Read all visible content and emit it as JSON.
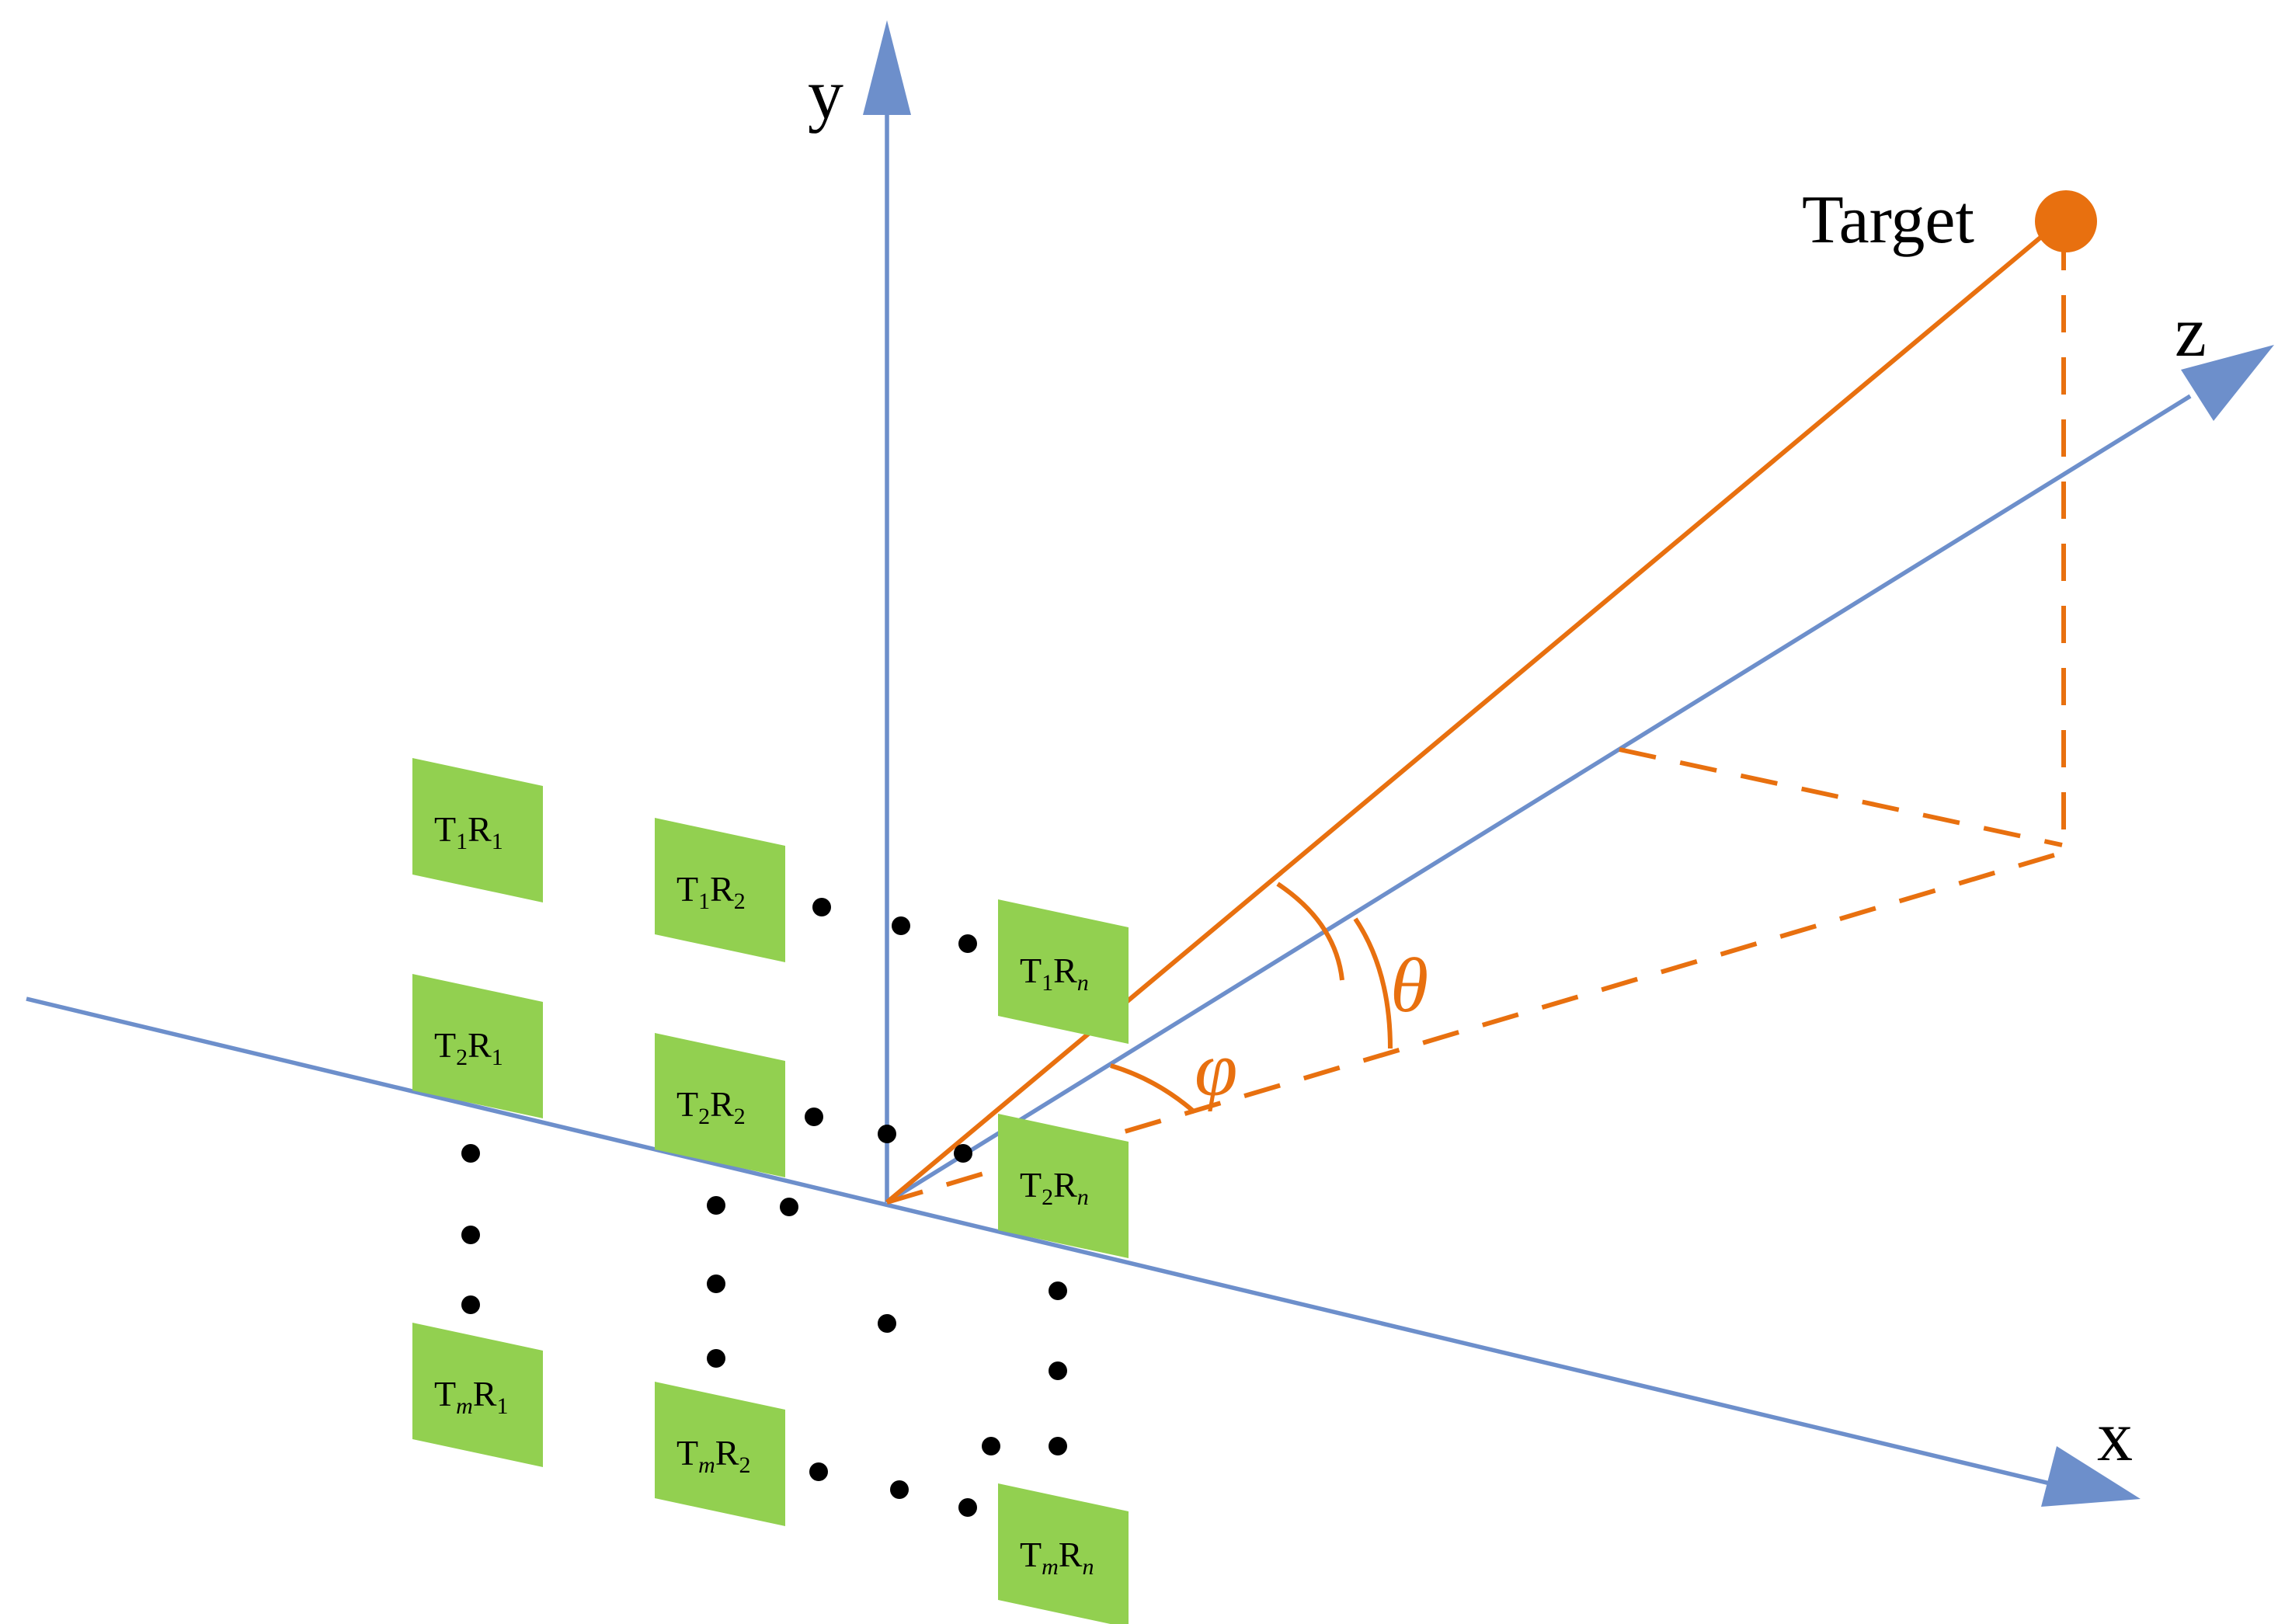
{
  "axes": {
    "x": "x",
    "y": "y",
    "z": "z"
  },
  "target_label": "Target",
  "angles": {
    "phi": "φ",
    "theta": "θ"
  },
  "panels": [
    {
      "t": "1",
      "r": "1"
    },
    {
      "t": "1",
      "r": "2"
    },
    {
      "t": "1",
      "r": "n"
    },
    {
      "t": "2",
      "r": "1"
    },
    {
      "t": "2",
      "r": "2"
    },
    {
      "t": "2",
      "r": "n"
    },
    {
      "t": "m",
      "r": "1"
    },
    {
      "t": "m",
      "r": "2"
    },
    {
      "t": "m",
      "r": "n"
    }
  ],
  "colors": {
    "axis": "#6d8fcb",
    "target": "#e8700f",
    "panel": "#92d050"
  }
}
